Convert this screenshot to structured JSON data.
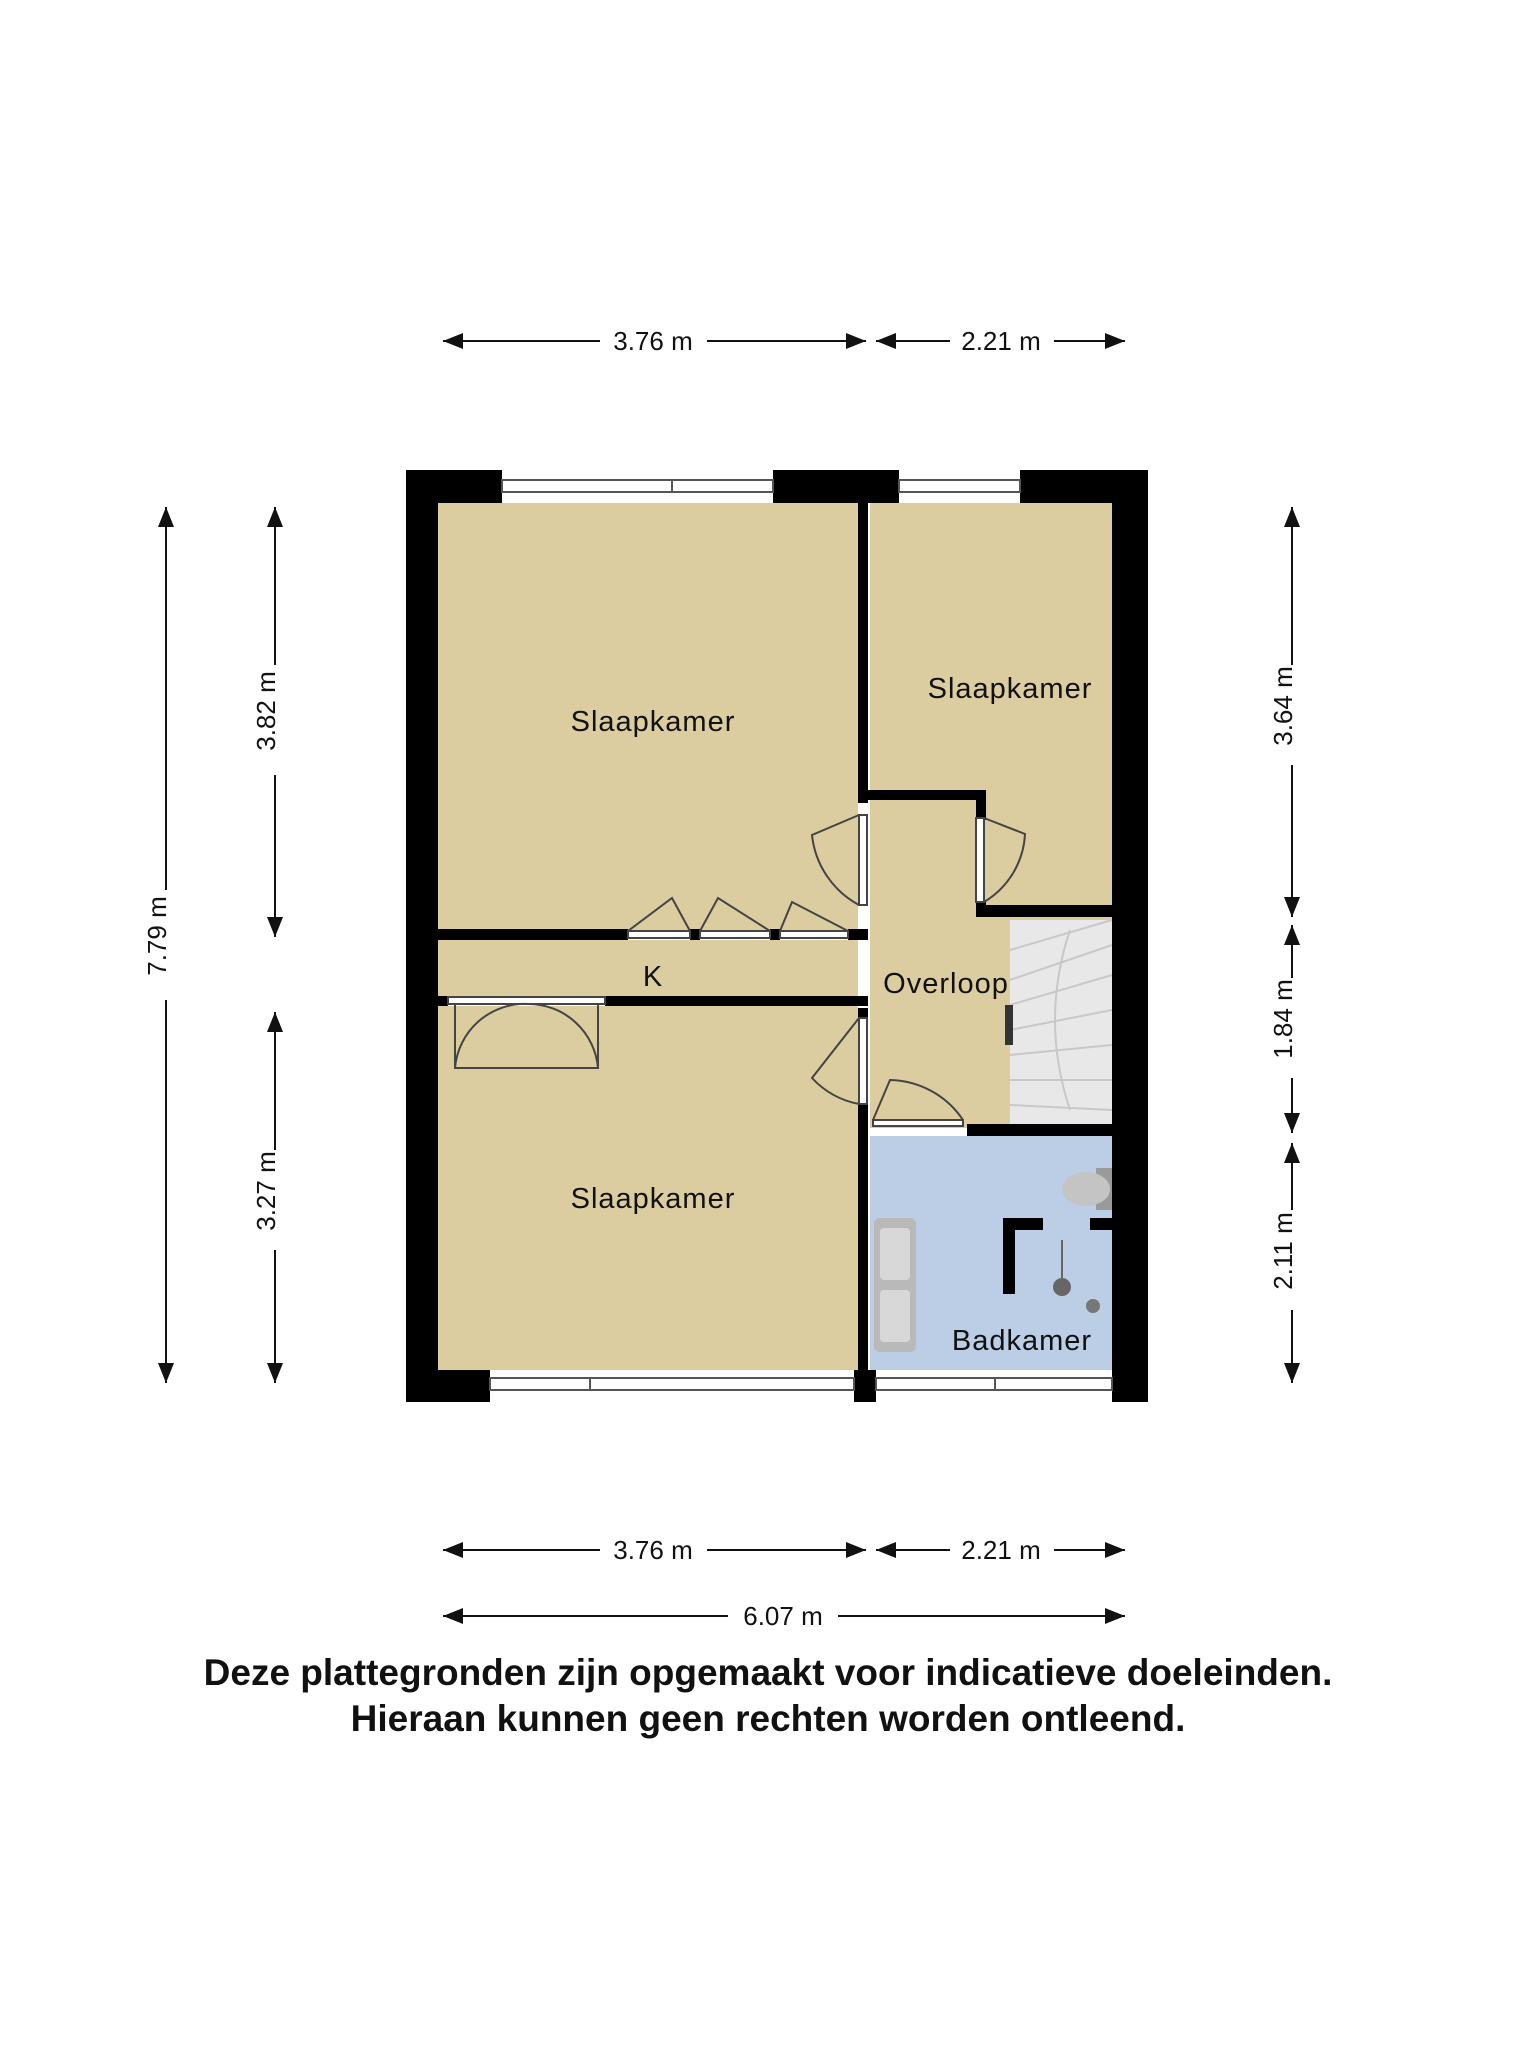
{
  "rooms": {
    "bedroom_top_left": "Slaapkamer",
    "bedroom_top_right": "Slaapkamer",
    "bedroom_bottom": "Slaapkamer",
    "closet": "K",
    "landing": "Overloop",
    "bathroom": "Badkamer"
  },
  "dimensions": {
    "top_left": "3.76 m",
    "top_right": "2.21 m",
    "bottom_left": "3.76 m",
    "bottom_right": "2.21 m",
    "bottom_total": "6.07 m",
    "left_total": "7.79 m",
    "left_upper": "3.82 m",
    "left_lower": "3.27 m",
    "right_upper": "3.64 m",
    "right_middle": "1.84 m",
    "right_lower": "2.11 m"
  },
  "disclaimer": {
    "line1": "Deze plattegronden zijn opgemaakt voor indicatieve doeleinden.",
    "line2": "Hieraan kunnen geen rechten worden ontleend."
  },
  "colors": {
    "wall": "#000000",
    "room_fill": "#dccda1",
    "bathroom_fill": "#bccde6",
    "stair_fill": "#e8e8e8"
  }
}
